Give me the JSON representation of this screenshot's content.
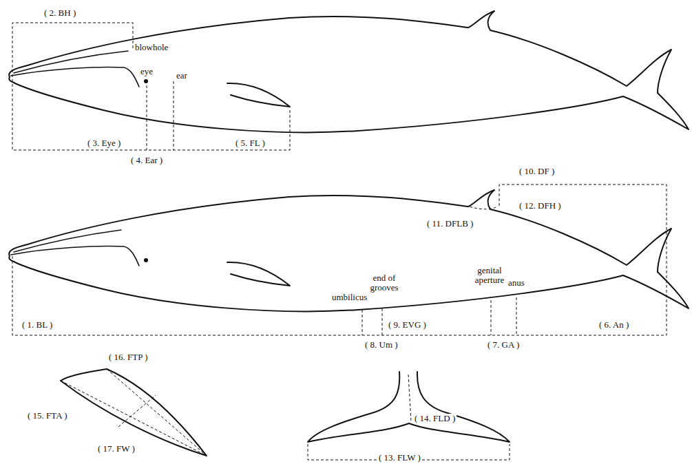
{
  "diagram": {
    "labels": [
      "( 2. BH )",
      "blowhole",
      "eye",
      "ear",
      "( 3. Eye )",
      "( 4. Ear )",
      "( 5. FL )",
      "( 10. DF )",
      "( 12. DFH )",
      "( 11. DFLB )",
      "umbilicus",
      "end of grooves",
      "genital aperture",
      "anus",
      "( 1. BL )",
      "( 9. EVG )",
      "( 6. An )",
      "( 8. Um )",
      "( 7. GA )",
      "( 16. FTP )",
      "( 15. FTA )",
      "( 17. FW )",
      "( 14. FLD )",
      "( 13. FLW )"
    ]
  }
}
